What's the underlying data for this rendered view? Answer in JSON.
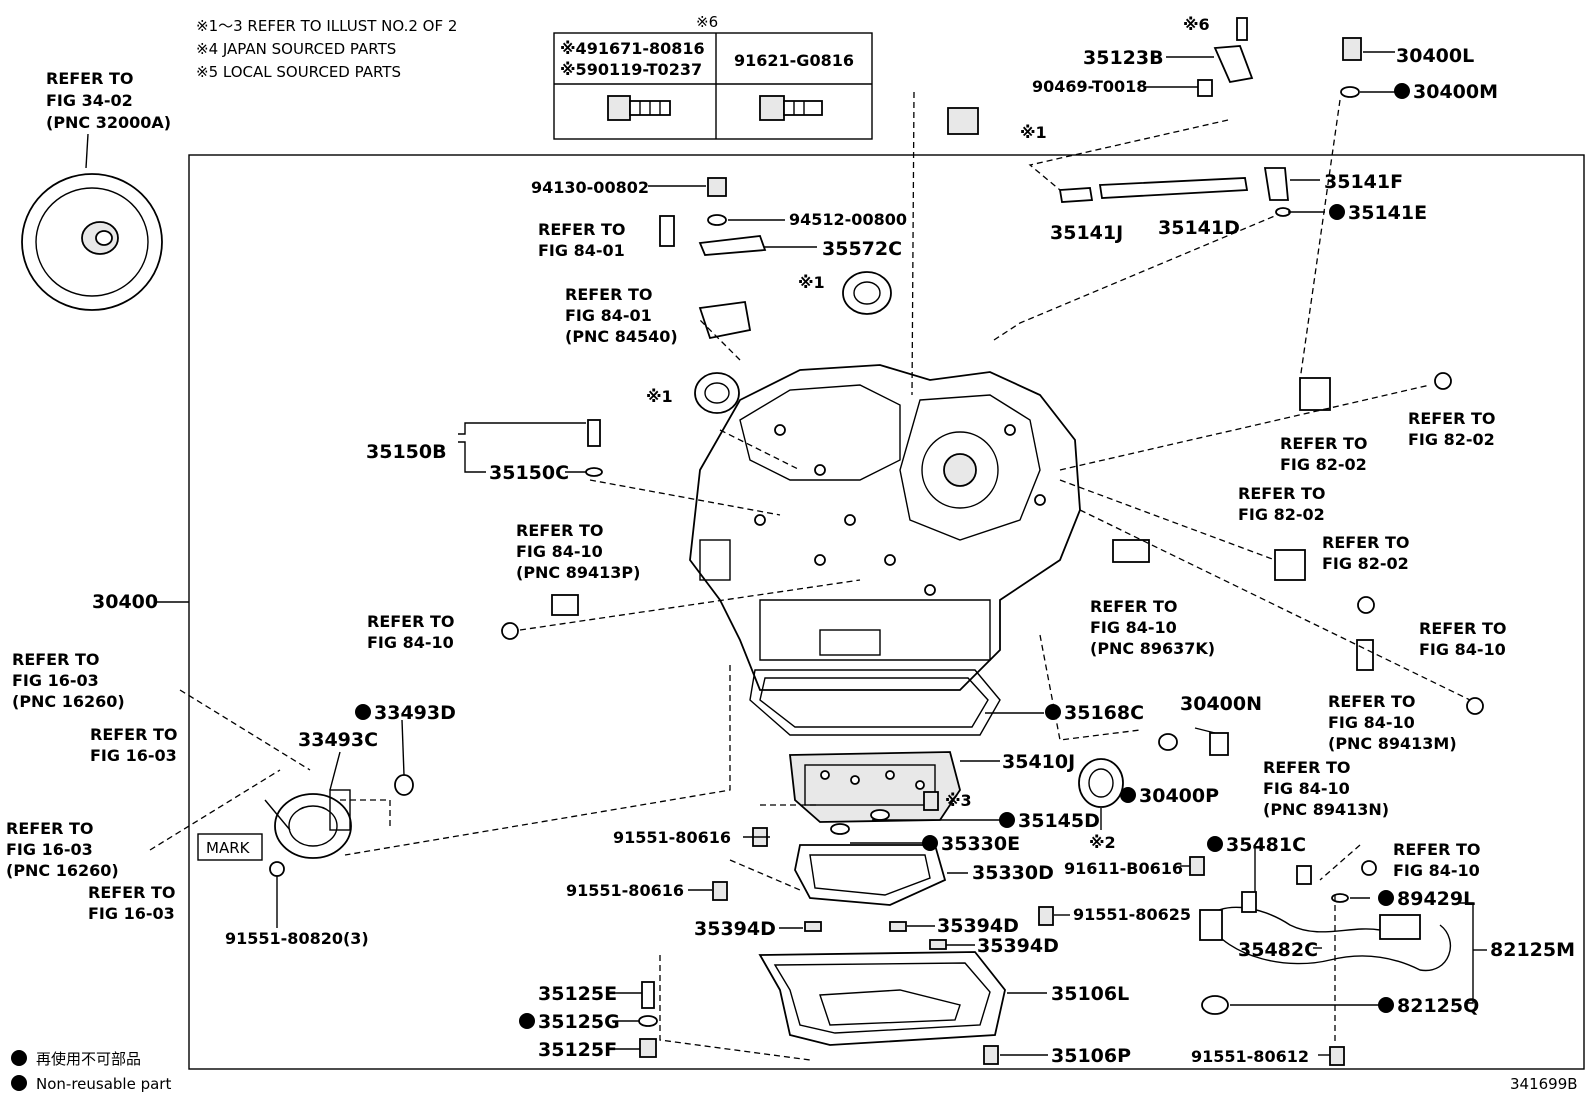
{
  "notes": {
    "n1": "※1～3 REFER TO ILLUST NO.2 OF 2",
    "n4": "※4 JAPAN SOURCED PARTS",
    "n5": "※5 LOCAL SOURCED PARTS"
  },
  "table6": {
    "header": "※6",
    "left_line1": "※491671-80816",
    "left_line2": "※590119-T0237",
    "right": "91621-G0816"
  },
  "torque_ref": [
    "REFER TO",
    "FIG 34-02",
    "(PNC 32000A)"
  ],
  "labels": {
    "p35123B": "35123B",
    "p90469": "90469-T0018",
    "s6": "※6",
    "s1a": "※1",
    "p30400L": "30400L",
    "p30400M": "30400M",
    "p94130": "94130-00802",
    "p94512": "94512-00800",
    "p35572C": "35572C",
    "s1b": "※1",
    "p35141F": "35141F",
    "p35141J": "35141J",
    "p35141D": "35141D",
    "p35141E": "35141E",
    "p35150B": "35150B",
    "p35150C": "35150C",
    "s1c": "※1",
    "p30400": "30400",
    "p33493D": "33493D",
    "p33493C": "33493C",
    "p35168C": "35168C",
    "p30400N": "30400N",
    "p35410J": "35410J",
    "p30400P": "30400P",
    "s3": "※3",
    "p35145D": "35145D",
    "s2": "※2",
    "p91551_80616a": "91551-80616",
    "p35330E": "35330E",
    "p35330D": "35330D",
    "p91611": "91611-B0616",
    "p35481C": "35481C",
    "p91551_80616b": "91551-80616",
    "p89429L": "89429L",
    "p35394Da": "35394D",
    "p35394Db": "35394D",
    "p35394Dc": "35394D",
    "p91551_80625": "91551-80625",
    "p35482C": "35482C",
    "p82125M": "82125M",
    "p91551_80820": "91551-80820(3)",
    "p35125E": "35125E",
    "p35106L": "35106L",
    "p35125G": "35125G",
    "p82125Q": "82125Q",
    "p35125F": "35125F",
    "p35106P": "35106P",
    "p91551_80612": "91551-80612",
    "mark": "MARK"
  },
  "refs": {
    "r1": [
      "REFER TO",
      "FIG 84-01"
    ],
    "r2": [
      "REFER TO",
      "FIG 84-01",
      "(PNC 84540)"
    ],
    "r3": [
      "REFER TO",
      "FIG 84-10",
      "(PNC 89413P)"
    ],
    "r4": [
      "REFER TO",
      "FIG 84-10"
    ],
    "r5": [
      "REFER TO",
      "FIG 16-03",
      "(PNC 16260)"
    ],
    "r6": [
      "REFER TO",
      "FIG 16-03"
    ],
    "r7": [
      "REFER TO",
      "FIG 16-03",
      "(PNC 16260)"
    ],
    "r8": [
      "REFER TO",
      "FIG 16-03"
    ],
    "r9": [
      "REFER TO",
      "FIG 82-02"
    ],
    "r10": [
      "REFER TO",
      "FIG 82-02"
    ],
    "r11": [
      "REFER TO",
      "FIG 82-02"
    ],
    "r12": [
      "REFER TO",
      "FIG 82-02"
    ],
    "r13": [
      "REFER TO",
      "FIG 84-10",
      "(PNC 89637K)"
    ],
    "r14": [
      "REFER TO",
      "FIG 84-10"
    ],
    "r15": [
      "REFER TO",
      "FIG 84-10",
      "(PNC 89413M)"
    ],
    "r16": [
      "REFER TO",
      "FIG 84-10",
      "(PNC 89413N)"
    ],
    "r17": [
      "REFER TO",
      "FIG 84-10"
    ]
  },
  "legend": {
    "jp": "再使用不可部品",
    "en": "Non-reusable part"
  },
  "illustration_id": "341699B"
}
